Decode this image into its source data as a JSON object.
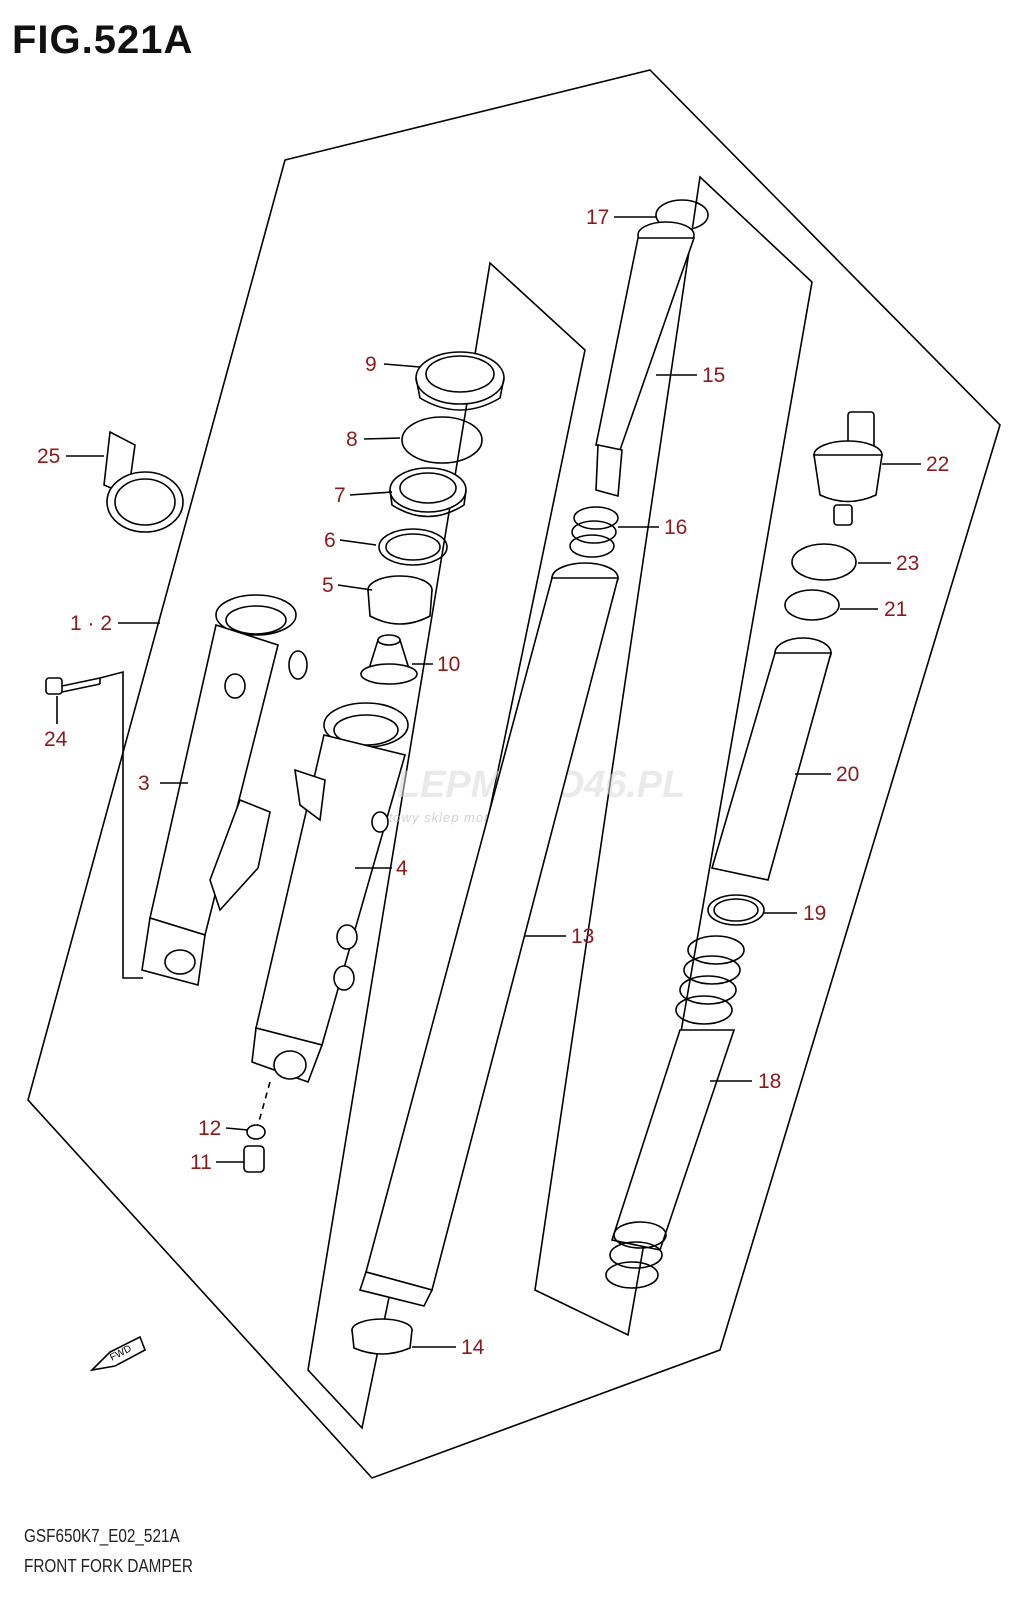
{
  "figure": {
    "title": "FIG.521A",
    "code": "GSF650K7_E02_521A",
    "name": "FRONT FORK DAMPER"
  },
  "watermark": {
    "main": "SKLEPMOTO46.PL",
    "sub": "internetowy sklep motocyklowy"
  },
  "fwd_label": "FWD",
  "callouts": [
    {
      "label": "1 · 2",
      "part": "outer-tube-assembly"
    },
    {
      "label": "3",
      "part": "outer-tube-left"
    },
    {
      "label": "4",
      "part": "outer-tube-right"
    },
    {
      "label": "5",
      "part": "bushing"
    },
    {
      "label": "6",
      "part": "washer"
    },
    {
      "label": "7",
      "part": "oil-seal"
    },
    {
      "label": "8",
      "part": "oil-seal-stopper-ring"
    },
    {
      "label": "9",
      "part": "dust-seal"
    },
    {
      "label": "10",
      "part": "oil-lock-piece"
    },
    {
      "label": "11",
      "part": "damper-rod-bolt"
    },
    {
      "label": "12",
      "part": "gasket"
    },
    {
      "label": "13",
      "part": "inner-tube"
    },
    {
      "label": "14",
      "part": "slide-bushing"
    },
    {
      "label": "15",
      "part": "damper-rod"
    },
    {
      "label": "16",
      "part": "rebound-spring"
    },
    {
      "label": "17",
      "part": "piston-ring"
    },
    {
      "label": "18",
      "part": "fork-spring"
    },
    {
      "label": "19",
      "part": "spring-seat"
    },
    {
      "label": "20",
      "part": "spacer"
    },
    {
      "label": "21",
      "part": "washer"
    },
    {
      "label": "22",
      "part": "cap-bolt"
    },
    {
      "label": "23",
      "part": "o-ring"
    },
    {
      "label": "24",
      "part": "bolt"
    },
    {
      "label": "25",
      "part": "hose-guide"
    }
  ],
  "colors": {
    "callout": "#8b1a1a",
    "line": "#000000"
  }
}
